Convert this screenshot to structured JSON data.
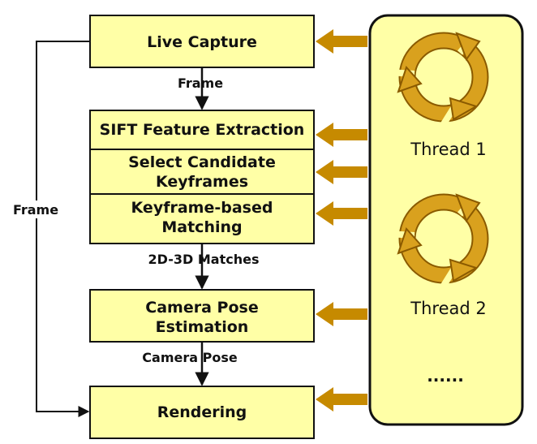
{
  "colors": {
    "box_fill": "#ffffa6",
    "stroke": "#111111",
    "arrow_fill": "#c68a00",
    "cycle_fill": "#d9a11e",
    "cycle_stroke": "#8a5a00"
  },
  "boxes": {
    "live_capture": "Live Capture",
    "sift": "SIFT Feature Extraction",
    "select_line1": "Select Candidate",
    "select_line2": "Keyframes",
    "matching_line1": "Keyframe-based",
    "matching_line2": "Matching",
    "pose_line1": "Camera Pose",
    "pose_line2": "Estimation",
    "rendering": "Rendering"
  },
  "edges": {
    "frame_top": "Frame",
    "frame_side": "Frame",
    "matches": "2D-3D Matches",
    "camera_pose": "Camera Pose"
  },
  "threads": {
    "thread1": "Thread 1",
    "thread2": "Thread 2",
    "more": "......"
  },
  "icons": {
    "cycle": "cycle-arrows-icon",
    "thread_arrow": "left-arrow-icon"
  }
}
